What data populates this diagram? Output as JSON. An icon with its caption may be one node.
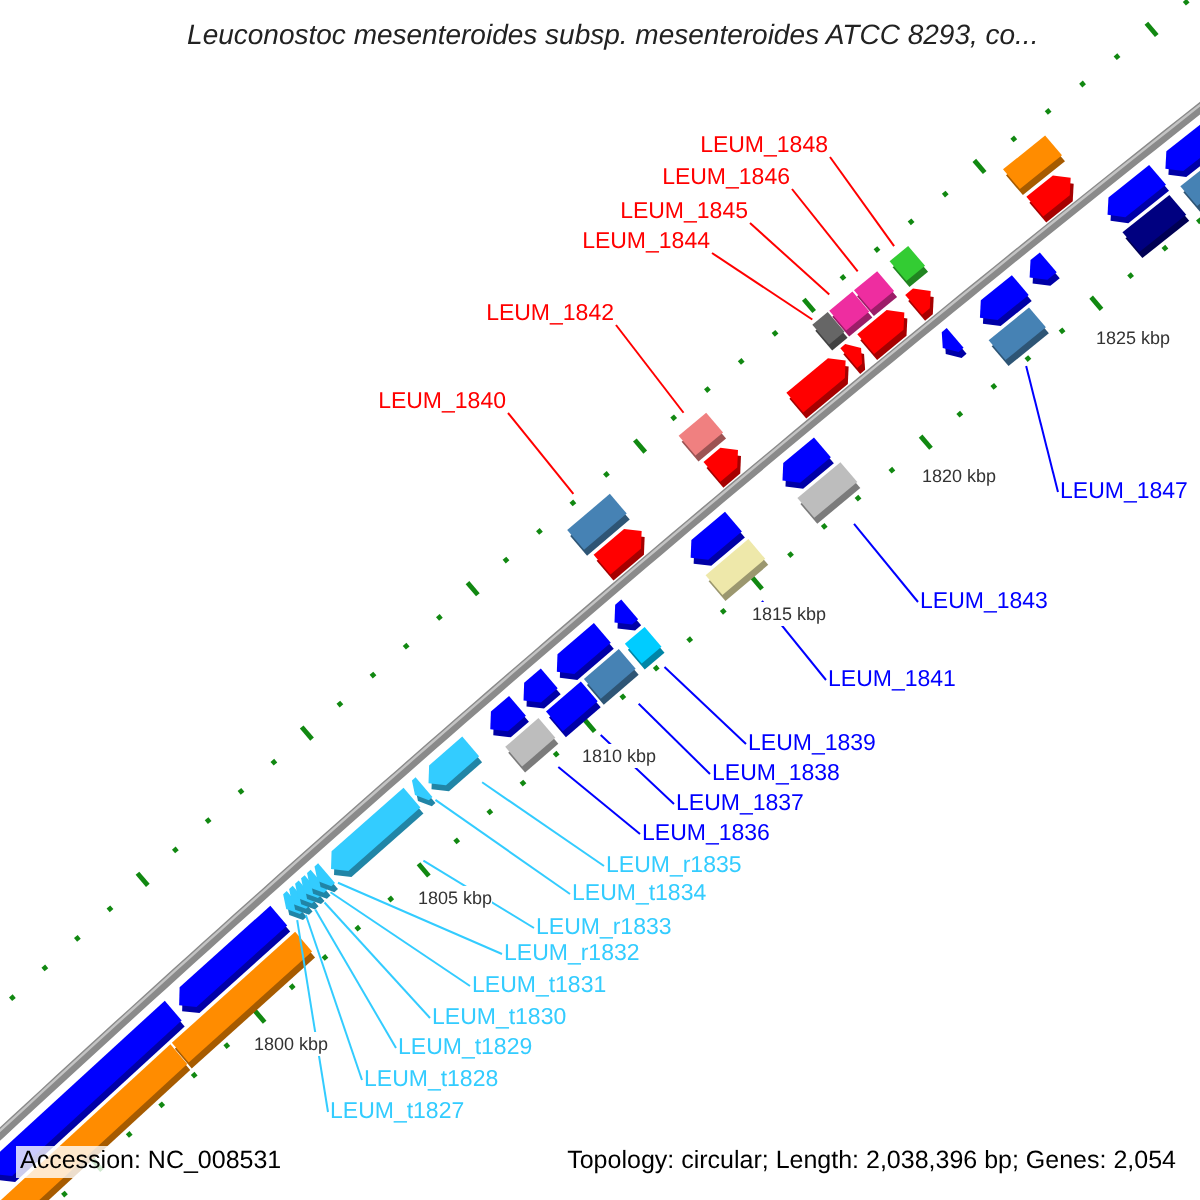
{
  "diagram": {
    "title": "Leuconostoc mesenteroides subsp. mesenteroides ATCC 8293, co...",
    "nodes": [
      {
        "text": [
          "LEUM_1848"
        ]
      },
      {
        "text": [
          "LEUM_1846"
        ]
      },
      {
        "text": [
          "LEUM_1845"
        ]
      },
      {
        "text": [
          "LEUM_1844"
        ]
      },
      {
        "text": [
          "LEUM_1842"
        ]
      },
      {
        "text": [
          "LEUM_1840"
        ]
      },
      {
        "text": [
          "LEUM_1847"
        ]
      },
      {
        "text": [
          "LEUM_1843"
        ]
      },
      {
        "text": [
          "LEUM_1841"
        ]
      },
      {
        "text": [
          "LEUM_1839"
        ]
      },
      {
        "text": [
          "LEUM_1838"
        ]
      },
      {
        "text": [
          "LEUM_1837"
        ]
      },
      {
        "text": [
          "LEUM_1836"
        ]
      },
      {
        "text": [
          "LEUM_r1835"
        ]
      },
      {
        "text": [
          "LEUM_t1834"
        ]
      },
      {
        "text": [
          "LEUM_r1833"
        ]
      },
      {
        "text": [
          "LEUM_r1832"
        ]
      },
      {
        "text": [
          "LEUM_t1831"
        ]
      },
      {
        "text": [
          "LEUM_t1830"
        ]
      },
      {
        "text": [
          "LEUM_t1829"
        ]
      },
      {
        "text": [
          "LEUM_t1828"
        ]
      },
      {
        "text": [
          "LEUM_t1827"
        ]
      },
      {
        "text": [],
        "shape": "box"
      },
      {
        "text": [],
        "shape": "arrow"
      },
      {
        "text": [],
        "shape": "box"
      },
      {
        "text": [],
        "shape": "arrow"
      },
      {
        "text": [],
        "shape": "arrow"
      },
      {
        "text": [],
        "shape": "arrow"
      },
      {
        "text": [],
        "shape": "arrow"
      },
      {
        "text": [],
        "shape": "arrow"
      },
      {
        "text": [],
        "shape": "arrow"
      },
      {
        "text": [],
        "shape": "arrow"
      },
      {
        "text": [],
        "shape": "arrow"
      },
      {
        "text": [],
        "shape": "arrow"
      },
      {
        "text": [],
        "shape": "arrow"
      },
      {
        "text": [],
        "shape": "arrow"
      },
      {
        "text": [],
        "shape": "box"
      },
      {
        "text": [],
        "shape": "arrow"
      },
      {
        "text": [],
        "shape": "box"
      },
      {
        "text": [],
        "shape": "arrow"
      },
      {
        "text": [],
        "shape": "box"
      },
      {
        "text": [],
        "shape": "box"
      },
      {
        "text": [],
        "shape": "arrow"
      },
      {
        "text": [],
        "shape": "box"
      },
      {
        "text": [],
        "shape": "arrow"
      },
      {
        "text": [],
        "shape": "arrow"
      },
      {
        "text": [],
        "shape": "box"
      },
      {
        "text": [],
        "shape": "box"
      },
      {
        "text": [],
        "shape": "arrow"
      },
      {
        "text": [],
        "shape": "arrow"
      },
      {
        "text": [],
        "shape": "box"
      },
      {
        "text": [],
        "shape": "arrow"
      },
      {
        "text": [],
        "shape": "box"
      },
      {
        "text": [],
        "shape": "arrow"
      },
      {
        "text": [],
        "shape": "box"
      },
      {
        "text": [],
        "shape": "arrow"
      },
      {
        "text": [],
        "shape": "box"
      },
      {
        "text": [],
        "shape": "arrow"
      },
      {
        "text": [],
        "shape": "arrow"
      },
      {
        "text": [],
        "shape": "box"
      },
      {
        "text": [],
        "shape": "box"
      },
      {
        "text": [],
        "shape": "arrow"
      },
      {
        "text": [],
        "shape": "arrow"
      },
      {
        "text": [],
        "shape": "arrow"
      },
      {
        "text": [],
        "shape": "box"
      },
      {
        "text": [],
        "shape": "box"
      },
      {
        "text": [],
        "shape": "arrow"
      },
      {
        "text": [],
        "shape": "arrow"
      },
      {
        "text": [],
        "shape": "box"
      }
    ],
    "edges": [
      {
        "from": 0,
        "to": 59,
        "arrow": "none",
        "color": "#ff0000"
      },
      {
        "from": 1,
        "to": 56,
        "arrow": "none",
        "color": "#ff0000"
      },
      {
        "from": 2,
        "to": 54,
        "arrow": "none",
        "color": "#ff0000"
      },
      {
        "from": 3,
        "to": 52,
        "arrow": "none",
        "color": "#ff0000"
      },
      {
        "from": 4,
        "to": 47,
        "arrow": "none",
        "color": "#ff0000"
      },
      {
        "from": 5,
        "to": 43,
        "arrow": "none",
        "color": "#ff0000"
      },
      {
        "from": 6,
        "to": 60,
        "arrow": "none",
        "color": "#0000ff"
      },
      {
        "from": 7,
        "to": 50,
        "arrow": "none",
        "color": "#0000ff"
      },
      {
        "from": 8,
        "to": 46,
        "arrow": "none",
        "color": "#0000ff"
      },
      {
        "from": 9,
        "to": 41,
        "arrow": "none",
        "color": "#0000ff"
      },
      {
        "from": 10,
        "to": 40,
        "arrow": "none",
        "color": "#0000ff"
      },
      {
        "from": 11,
        "to": 38,
        "arrow": "none",
        "color": "#0000ff"
      },
      {
        "from": 12,
        "to": 36,
        "arrow": "none",
        "color": "#0000ff"
      },
      {
        "from": 13,
        "to": 34,
        "arrow": "none",
        "color": "#33ccff"
      },
      {
        "from": 14,
        "to": 33,
        "arrow": "none",
        "color": "#33ccff"
      },
      {
        "from": 15,
        "to": 32,
        "arrow": "none",
        "color": "#33ccff"
      },
      {
        "from": 16,
        "to": 31,
        "arrow": "none",
        "color": "#33ccff"
      },
      {
        "from": 17,
        "to": 30,
        "arrow": "none",
        "color": "#33ccff"
      },
      {
        "from": 18,
        "to": 29,
        "arrow": "none",
        "color": "#33ccff"
      },
      {
        "from": 19,
        "to": 28,
        "arrow": "none",
        "color": "#33ccff"
      },
      {
        "from": 20,
        "to": 27,
        "arrow": "none",
        "color": "#33ccff"
      },
      {
        "from": 21,
        "to": 26,
        "arrow": "none",
        "color": "#33ccff"
      }
    ],
    "labels": [
      "1825 kbp",
      "1820 kbp",
      "1815 kbp",
      "1810 kbp",
      "1805 kbp",
      "1800 kbp",
      "Accession: NC_008531",
      "Topology: circular; Length: 2,038,396 bp; Genes: 2,054"
    ]
  }
}
